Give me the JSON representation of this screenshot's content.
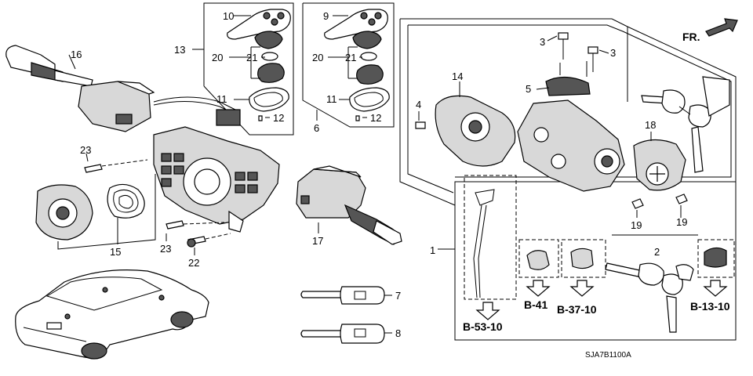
{
  "callouts": {
    "c1": "1",
    "c2": "2",
    "c3a": "3",
    "c3b": "3",
    "c4": "4",
    "c5": "5",
    "c6": "6",
    "c7": "7",
    "c8": "8",
    "c9": "9",
    "c10": "10",
    "c11a": "11",
    "c11b": "11",
    "c12a": "12",
    "c12b": "12",
    "c13": "13",
    "c14": "14",
    "c15": "15",
    "c16": "16",
    "c17": "17",
    "c18": "18",
    "c19a": "19",
    "c19b": "19",
    "c20a": "20",
    "c20b": "20",
    "c21a": "21",
    "c21b": "21",
    "c22": "22",
    "c23a": "23",
    "c23b": "23"
  },
  "references": {
    "b53": "B-53-10",
    "b41": "B-41",
    "b37": "B-37-10",
    "b13": "B-13-10"
  },
  "direction": {
    "front": "FR."
  },
  "diagram_code": "SJA7B1100A"
}
